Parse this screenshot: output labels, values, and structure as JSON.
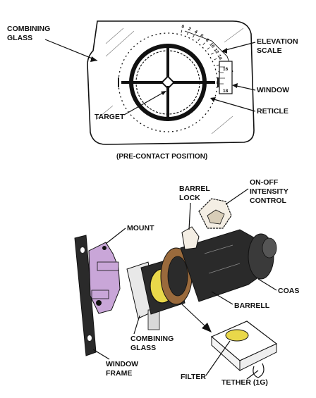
{
  "top_view": {
    "labels": {
      "combining_glass": [
        "COMBINING",
        "GLASS"
      ],
      "elevation_scale": [
        "ELEVATION",
        "SCALE"
      ],
      "window": "WINDOW",
      "reticle": "RETICLE",
      "target": "TARGET"
    },
    "scale_ticks": [
      "0",
      "2",
      "4",
      "6",
      "8",
      "10",
      "12",
      "14",
      "16",
      "18"
    ],
    "caption": "(PRE-CONTACT POSITION)"
  },
  "assembly_view": {
    "labels": {
      "on_off_intensity_control": [
        "ON-OFF",
        "INTENSITY",
        "CONTROL"
      ],
      "barrel_lock": [
        "BARREL",
        "LOCK"
      ],
      "mount": "MOUNT",
      "coas": "COAS",
      "barrell": "BARRELL",
      "combining_glass": [
        "COMBINING",
        "GLASS"
      ],
      "window_frame": [
        "WINDOW",
        "FRAME"
      ],
      "filter": "FILTER",
      "tether": "TETHER (1G)"
    }
  },
  "colors": {
    "ink": "#111111",
    "mount": "#c9a6d8",
    "filter": "#e9d84a",
    "barrel_ring": "#9a6a3c"
  }
}
